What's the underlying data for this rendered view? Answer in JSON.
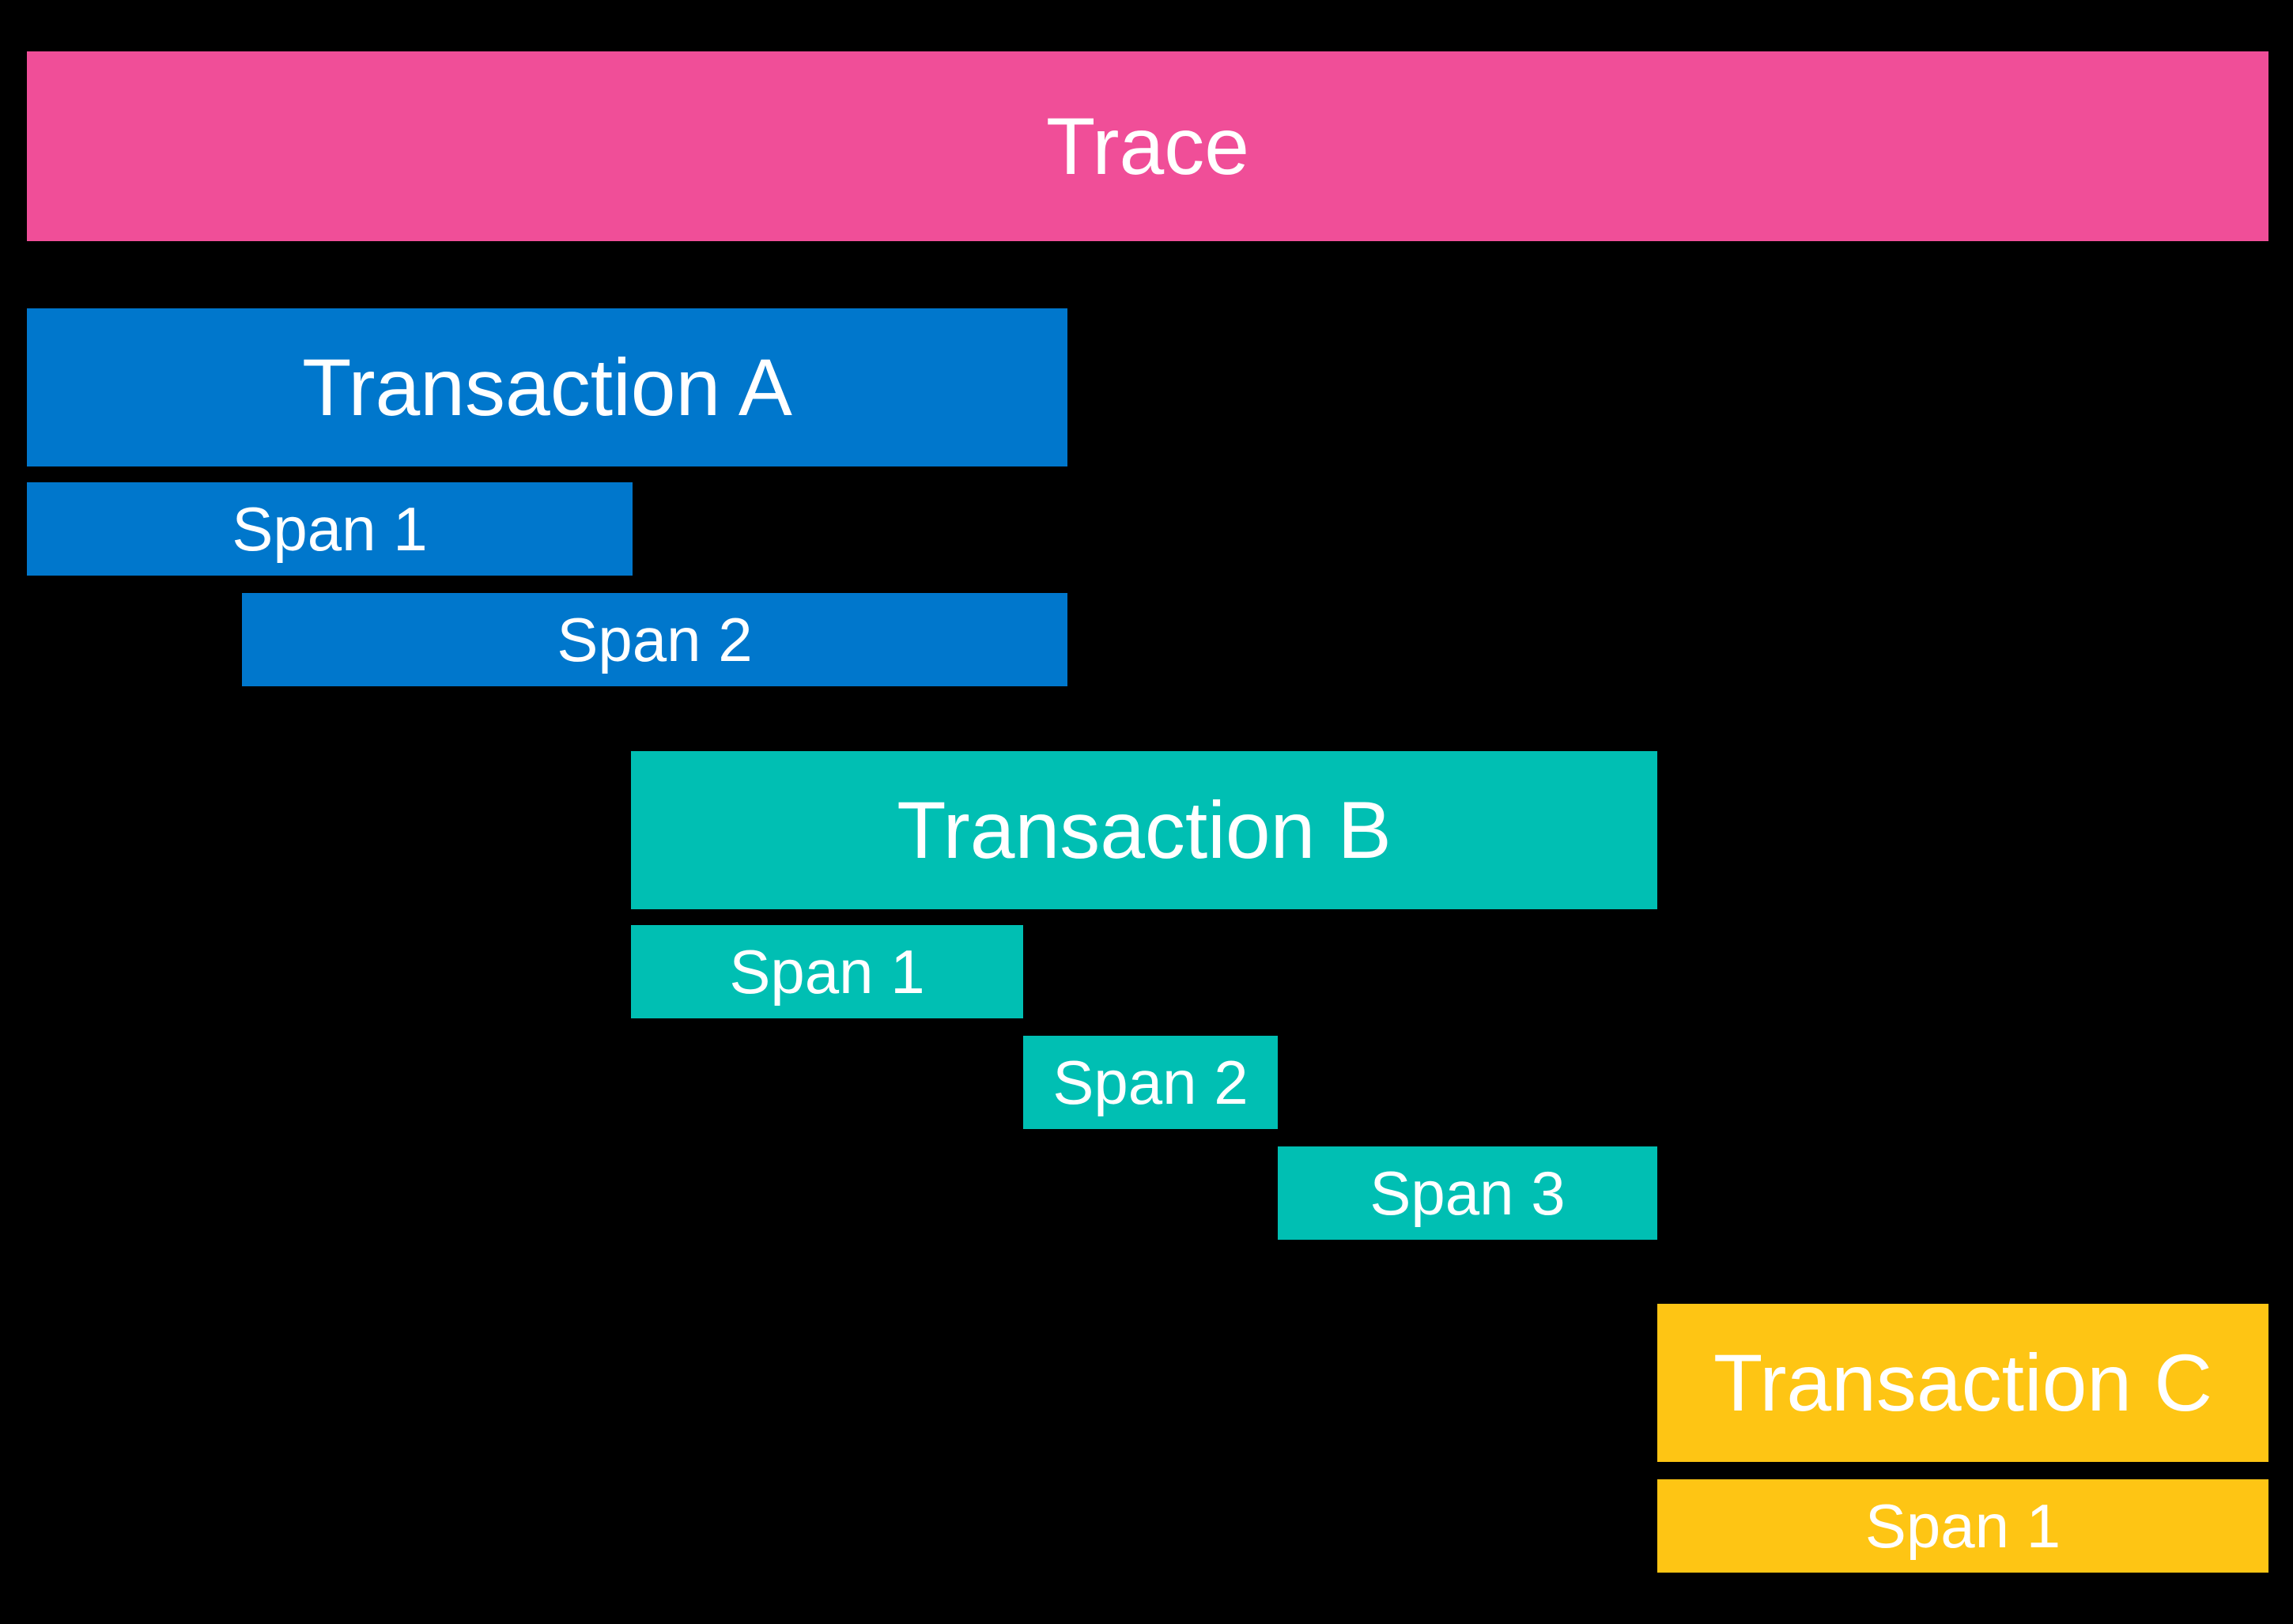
{
  "colors": {
    "background": "#000000",
    "text": "#FFFFFF",
    "trace": "#F04E98",
    "transaction_a": "#0077CC",
    "transaction_b": "#00BFB3",
    "transaction_c": "#FEC514"
  },
  "diagram": {
    "trace": {
      "label": "Trace",
      "color": "#F04E98"
    },
    "transactions": [
      {
        "label": "Transaction A",
        "color": "#0077CC",
        "spans": [
          {
            "label": "Span 1"
          },
          {
            "label": "Span 2"
          }
        ]
      },
      {
        "label": "Transaction B",
        "color": "#00BFB3",
        "spans": [
          {
            "label": "Span 1"
          },
          {
            "label": "Span 2"
          },
          {
            "label": "Span 3"
          }
        ]
      },
      {
        "label": "Transaction C",
        "color": "#FEC514",
        "spans": [
          {
            "label": "Span 1"
          }
        ]
      }
    ]
  }
}
